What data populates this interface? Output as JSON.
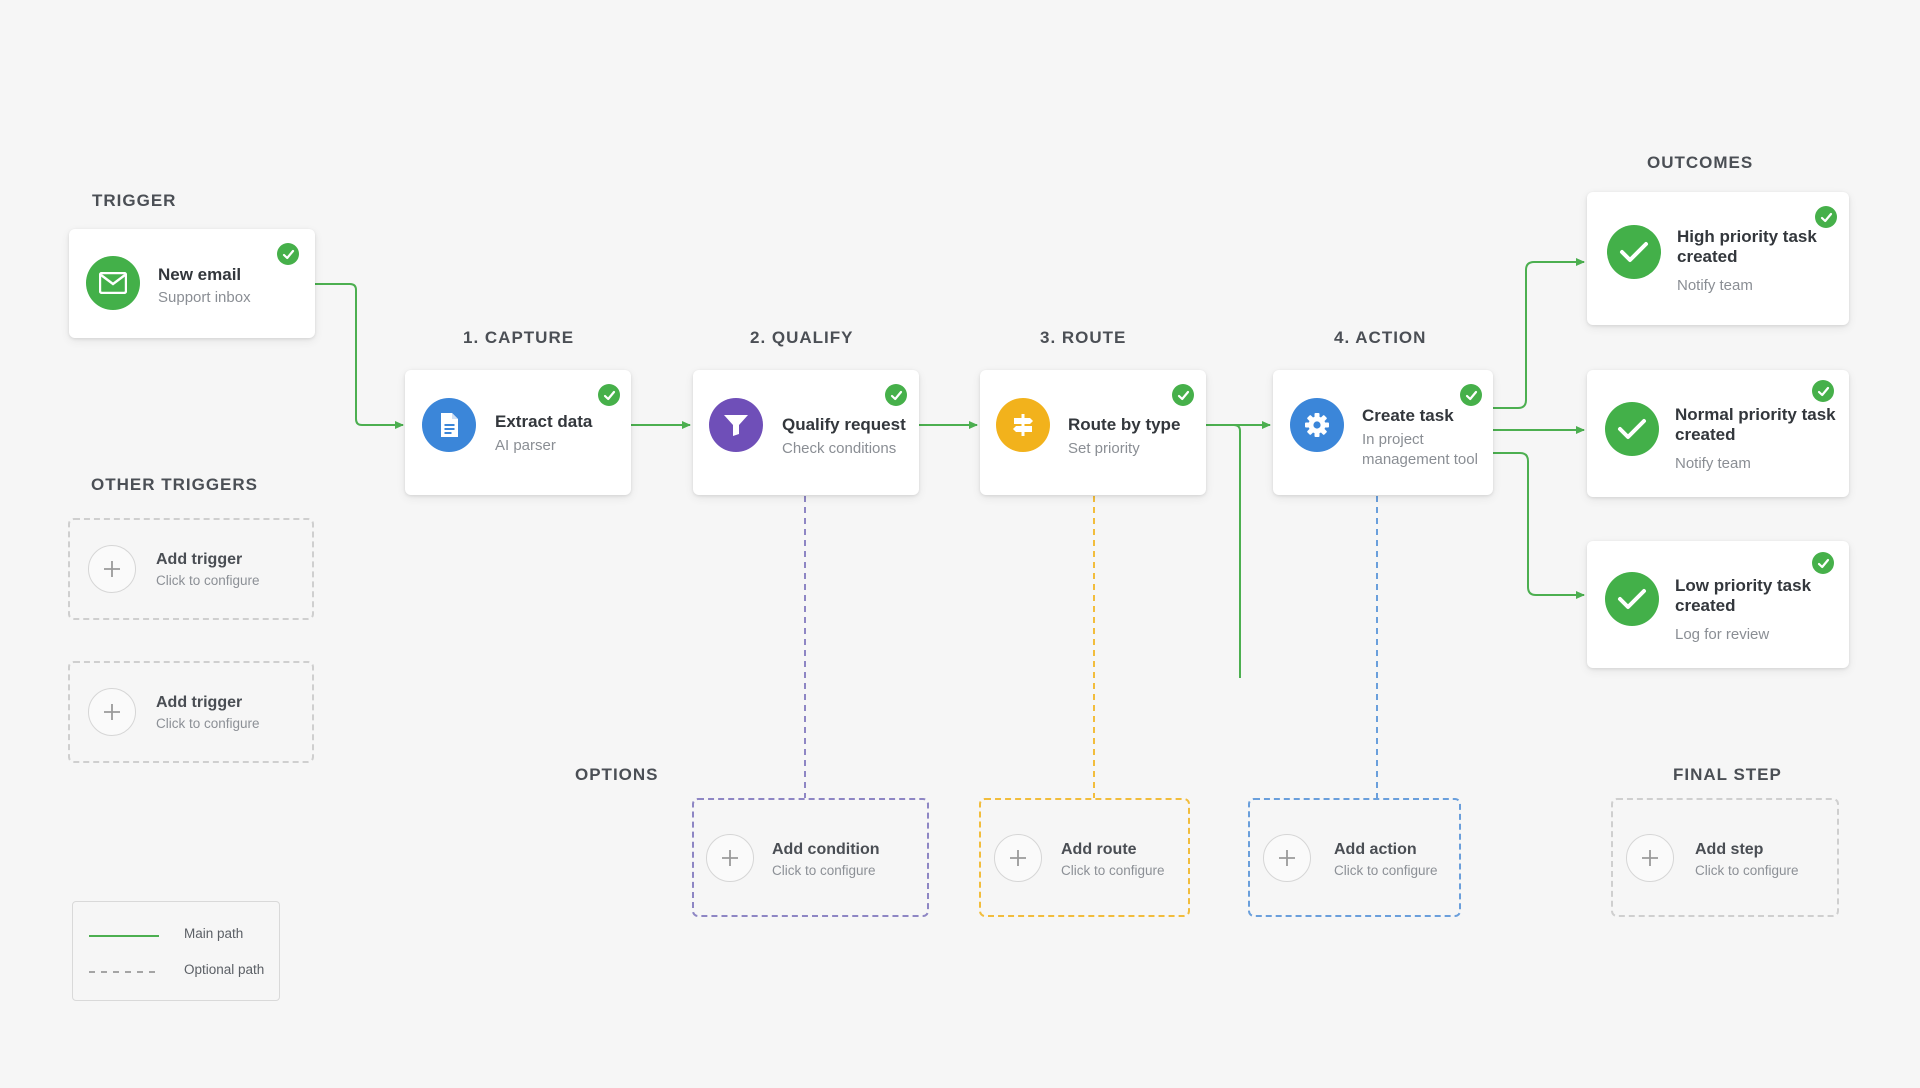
{
  "sections": {
    "trigger": "TRIGGER",
    "other_triggers": "OTHER TRIGGERS",
    "capture": "1. CAPTURE",
    "qualify": "2. QUALIFY",
    "route": "3. ROUTE",
    "action": "4. ACTION",
    "outcomes": "OUTCOMES",
    "options": "OPTIONS",
    "final_step": "FINAL STEP"
  },
  "trigger_card": {
    "title": "New email",
    "subtitle": "Support inbox",
    "icon": "envelope-icon",
    "color": "#43b049"
  },
  "steps": [
    {
      "title": "Extract data",
      "subtitle": "AI parser",
      "icon": "document-icon",
      "color": "#3b86d9"
    },
    {
      "title": "Qualify request",
      "subtitle": "Check conditions",
      "icon": "filter-icon",
      "color": "#6f4fb8"
    },
    {
      "title": "Route by type",
      "subtitle": "Set priority",
      "icon": "signpost-icon",
      "color": "#f2b21c"
    },
    {
      "title": "Create task",
      "subtitle_line1": "In project",
      "subtitle_line2": "management tool",
      "icon": "gear-icon",
      "color": "#3b86d9"
    }
  ],
  "outcomes": [
    {
      "title_line1": "High priority task",
      "title_line2": "created",
      "subtitle": "Notify team"
    },
    {
      "title_line1": "Normal priority task",
      "title_line2": "created",
      "subtitle": "Notify team"
    },
    {
      "title_line1": "Low priority task",
      "title_line2": "created",
      "subtitle": "Log for review"
    }
  ],
  "other_triggers": [
    {
      "title": "Add trigger",
      "subtitle": "Click to configure"
    },
    {
      "title": "Add trigger",
      "subtitle": "Click to configure"
    }
  ],
  "options": [
    {
      "title": "Add condition",
      "subtitle": "Click to configure",
      "border_color": "#8e86c4"
    },
    {
      "title": "Add route",
      "subtitle": "Click to configure",
      "border_color": "#f2bd3c"
    },
    {
      "title": "Add action",
      "subtitle": "Click to configure",
      "border_color": "#6a9fdc"
    }
  ],
  "final_step": {
    "title": "Add step",
    "subtitle": "Click to configure"
  },
  "legend": {
    "main": "Main path",
    "optional": "Optional path"
  },
  "colors": {
    "main_path": "#4caf50",
    "check": "#46b04a",
    "background": "#f6f6f6"
  }
}
